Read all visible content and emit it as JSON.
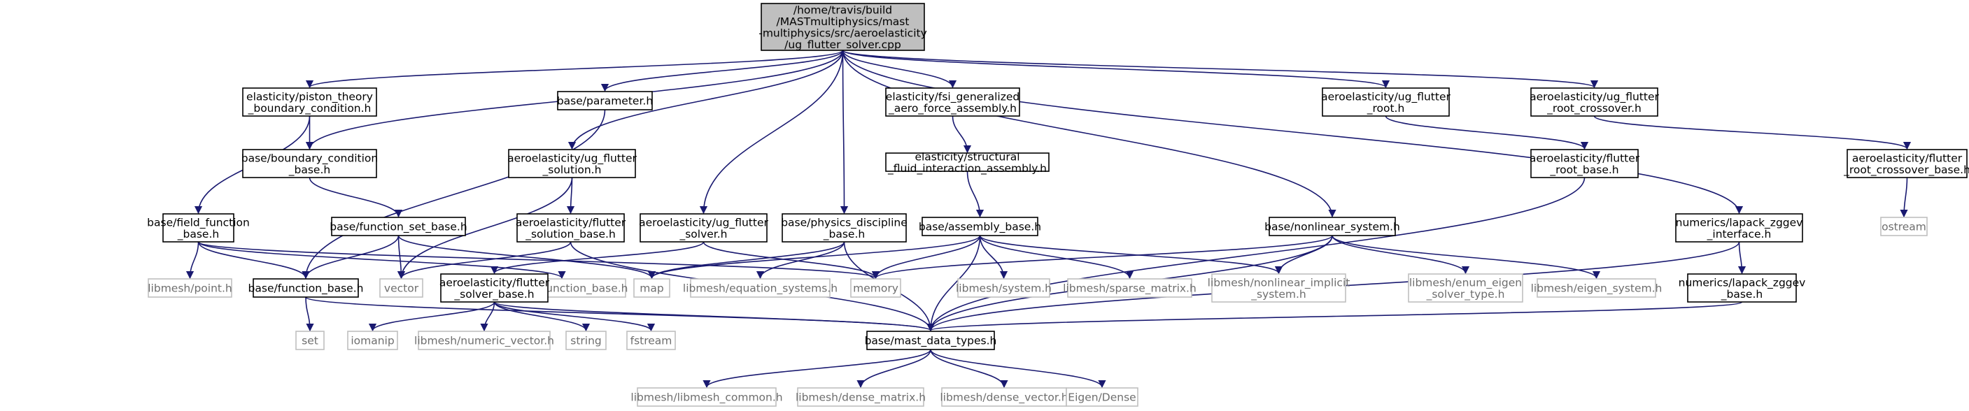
{
  "colors": {
    "edge": "#191970",
    "root_fill": "#bfbfbf",
    "node_fill": "#ffffff",
    "node_border": "#000000",
    "system_border": "#bfbfbf",
    "system_text": "#6e6e6e"
  },
  "nodes": [
    {
      "id": "root",
      "kind": "root",
      "lines": [
        "/home/travis/build",
        "/MASTmultiphysics/mast",
        "-multiphysics/src/aeroelasticity",
        "/ug_flutter_solver.cpp"
      ]
    },
    {
      "id": "piston",
      "kind": "project",
      "lines": [
        "elasticity/piston_theory",
        "_boundary_condition.h"
      ]
    },
    {
      "id": "parameter",
      "kind": "project",
      "lines": [
        "base/parameter.h"
      ]
    },
    {
      "id": "fsi",
      "kind": "project",
      "lines": [
        "elasticity/fsi_generalized",
        "_aero_force_assembly.h"
      ]
    },
    {
      "id": "ugroot",
      "kind": "project",
      "lines": [
        "aeroelasticity/ug_flutter",
        "_root.h"
      ]
    },
    {
      "id": "ugrootx",
      "kind": "project",
      "lines": [
        "aeroelasticity/ug_flutter",
        "_root_crossover.h"
      ]
    },
    {
      "id": "bcbase",
      "kind": "project",
      "lines": [
        "base/boundary_condition",
        "_base.h"
      ]
    },
    {
      "id": "ugsolution",
      "kind": "project",
      "lines": [
        "aeroelasticity/ug_flutter",
        "_solution.h"
      ]
    },
    {
      "id": "sfia",
      "kind": "project",
      "lines": [
        "elasticity/structural",
        "_fluid_interaction_assembly.h"
      ]
    },
    {
      "id": "frootbase",
      "kind": "project",
      "lines": [
        "aeroelasticity/flutter",
        "_root_base.h"
      ]
    },
    {
      "id": "frootxbase",
      "kind": "project",
      "lines": [
        "aeroelasticity/flutter",
        "_root_crossover_base.h"
      ]
    },
    {
      "id": "fieldfn",
      "kind": "project",
      "lines": [
        "base/field_function",
        "_base.h"
      ]
    },
    {
      "id": "fnset",
      "kind": "project",
      "lines": [
        "base/function_set_base.h"
      ]
    },
    {
      "id": "fsolutionbase",
      "kind": "project",
      "lines": [
        "aeroelasticity/flutter",
        "_solution_base.h"
      ]
    },
    {
      "id": "ugsolver",
      "kind": "project",
      "lines": [
        "aeroelasticity/ug_flutter",
        "_solver.h"
      ]
    },
    {
      "id": "physdisc",
      "kind": "project",
      "lines": [
        "base/physics_discipline",
        "_base.h"
      ]
    },
    {
      "id": "assembly",
      "kind": "project",
      "lines": [
        "base/assembly_base.h"
      ]
    },
    {
      "id": "nonlinear",
      "kind": "project",
      "lines": [
        "base/nonlinear_system.h"
      ]
    },
    {
      "id": "lapackif",
      "kind": "project",
      "lines": [
        "numerics/lapack_zggev",
        "_interface.h"
      ]
    },
    {
      "id": "ostream",
      "kind": "system",
      "lines": [
        "ostream"
      ]
    },
    {
      "id": "lm_fnbase",
      "kind": "system",
      "lines": [
        "libmesh/function_base.h"
      ]
    },
    {
      "id": "lm_point",
      "kind": "system",
      "lines": [
        "libmesh/point.h"
      ]
    },
    {
      "id": "fnbase",
      "kind": "project",
      "lines": [
        "base/function_base.h"
      ]
    },
    {
      "id": "vector",
      "kind": "system",
      "lines": [
        "vector"
      ]
    },
    {
      "id": "fsolverbase",
      "kind": "project",
      "lines": [
        "aeroelasticity/flutter",
        "_solver_base.h"
      ]
    },
    {
      "id": "map",
      "kind": "system",
      "lines": [
        "map"
      ]
    },
    {
      "id": "lm_eqsys",
      "kind": "system",
      "lines": [
        "libmesh/equation_systems.h"
      ]
    },
    {
      "id": "memory",
      "kind": "system",
      "lines": [
        "memory"
      ]
    },
    {
      "id": "lm_system",
      "kind": "system",
      "lines": [
        "libmesh/system.h"
      ]
    },
    {
      "id": "lm_sparse",
      "kind": "system",
      "lines": [
        "libmesh/sparse_matrix.h"
      ]
    },
    {
      "id": "lm_nonlinimp",
      "kind": "system",
      "lines": [
        "libmesh/nonlinear_implicit",
        "_system.h"
      ]
    },
    {
      "id": "lm_enumeigen",
      "kind": "system",
      "lines": [
        "libmesh/enum_eigen",
        "_solver_type.h"
      ]
    },
    {
      "id": "lm_eigensys",
      "kind": "system",
      "lines": [
        "libmesh/eigen_system.h"
      ]
    },
    {
      "id": "lapackbase",
      "kind": "project",
      "lines": [
        "numerics/lapack_zggev",
        "_base.h"
      ]
    },
    {
      "id": "set",
      "kind": "system",
      "lines": [
        "set"
      ]
    },
    {
      "id": "iomanip",
      "kind": "system",
      "lines": [
        "iomanip"
      ]
    },
    {
      "id": "lm_numvec",
      "kind": "system",
      "lines": [
        "libmesh/numeric_vector.h"
      ]
    },
    {
      "id": "string",
      "kind": "system",
      "lines": [
        "string"
      ]
    },
    {
      "id": "fstream",
      "kind": "system",
      "lines": [
        "fstream"
      ]
    },
    {
      "id": "mastdata",
      "kind": "project",
      "lines": [
        "base/mast_data_types.h"
      ]
    },
    {
      "id": "lm_common",
      "kind": "system",
      "lines": [
        "libmesh/libmesh_common.h"
      ]
    },
    {
      "id": "lm_densemat",
      "kind": "system",
      "lines": [
        "libmesh/dense_matrix.h"
      ]
    },
    {
      "id": "lm_densevec",
      "kind": "system",
      "lines": [
        "libmesh/dense_vector.h"
      ]
    },
    {
      "id": "eigendense",
      "kind": "system",
      "lines": [
        "Eigen/Dense"
      ]
    }
  ],
  "edges": [
    [
      "root",
      "piston"
    ],
    [
      "root",
      "parameter"
    ],
    [
      "root",
      "fsi"
    ],
    [
      "root",
      "ugroot"
    ],
    [
      "root",
      "ugrootx"
    ],
    [
      "root",
      "bcbase"
    ],
    [
      "root",
      "ugsolution"
    ],
    [
      "root",
      "ugsolver"
    ],
    [
      "root",
      "physdisc"
    ],
    [
      "root",
      "nonlinear"
    ],
    [
      "root",
      "lapackif"
    ],
    [
      "piston",
      "bcbase"
    ],
    [
      "piston",
      "fieldfn"
    ],
    [
      "parameter",
      "fnbase"
    ],
    [
      "fsi",
      "sfia"
    ],
    [
      "ugroot",
      "frootbase"
    ],
    [
      "ugrootx",
      "frootxbase"
    ],
    [
      "bcbase",
      "fnset"
    ],
    [
      "ugsolution",
      "fsolutionbase"
    ],
    [
      "ugsolution",
      "vector"
    ],
    [
      "sfia",
      "assembly"
    ],
    [
      "frootbase",
      "mastdata"
    ],
    [
      "frootxbase",
      "ostream"
    ],
    [
      "fieldfn",
      "lm_fnbase"
    ],
    [
      "fieldfn",
      "lm_point"
    ],
    [
      "fieldfn",
      "fnbase"
    ],
    [
      "fieldfn",
      "memory"
    ],
    [
      "fnset",
      "fnbase"
    ],
    [
      "fnset",
      "vector"
    ],
    [
      "fnset",
      "map"
    ],
    [
      "fsolutionbase",
      "vector"
    ],
    [
      "fsolutionbase",
      "mastdata"
    ],
    [
      "ugsolver",
      "fsolverbase"
    ],
    [
      "ugsolver",
      "memory"
    ],
    [
      "physdisc",
      "map"
    ],
    [
      "physdisc",
      "lm_eqsys"
    ],
    [
      "physdisc",
      "mastdata"
    ],
    [
      "assembly",
      "map"
    ],
    [
      "assembly",
      "memory"
    ],
    [
      "assembly",
      "lm_system"
    ],
    [
      "assembly",
      "lm_sparse"
    ],
    [
      "assembly",
      "lm_nonlinimp"
    ],
    [
      "assembly",
      "mastdata"
    ],
    [
      "nonlinear",
      "memory"
    ],
    [
      "nonlinear",
      "lm_nonlinimp"
    ],
    [
      "nonlinear",
      "lm_enumeigen"
    ],
    [
      "nonlinear",
      "lm_eigensys"
    ],
    [
      "nonlinear",
      "mastdata"
    ],
    [
      "lapackif",
      "lapackbase"
    ],
    [
      "lapackif",
      "mastdata"
    ],
    [
      "lapackbase",
      "mastdata"
    ],
    [
      "fnbase",
      "set"
    ],
    [
      "fnbase",
      "mastdata"
    ],
    [
      "fsolverbase",
      "iomanip"
    ],
    [
      "fsolverbase",
      "lm_numvec"
    ],
    [
      "fsolverbase",
      "string"
    ],
    [
      "fsolverbase",
      "fstream"
    ],
    [
      "fsolverbase",
      "mastdata"
    ],
    [
      "mastdata",
      "lm_common"
    ],
    [
      "mastdata",
      "lm_densemat"
    ],
    [
      "mastdata",
      "lm_densevec"
    ],
    [
      "mastdata",
      "eigendense"
    ]
  ]
}
